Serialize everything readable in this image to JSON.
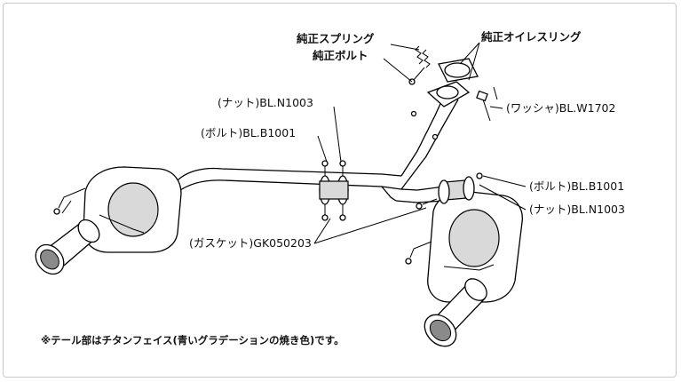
{
  "diagram": {
    "labels": {
      "stock_spring": "純正スプリング",
      "stock_bolt": "純正ボルト",
      "stock_oil_ring": "純正オイレスリング",
      "nut_top": "(ナット)BL.N1003",
      "bolt_top": "(ボルト)BL.B1001",
      "washer": "(ワッシャ)BL.W1702",
      "bolt_right": "(ボルト)BL.B1001",
      "nut_right": "(ナット)BL.N1003",
      "gasket": "(ガスケット)GK050203"
    },
    "note": "※テール部はチタンフェイス(青いグラデーションの焼き色)です。"
  }
}
